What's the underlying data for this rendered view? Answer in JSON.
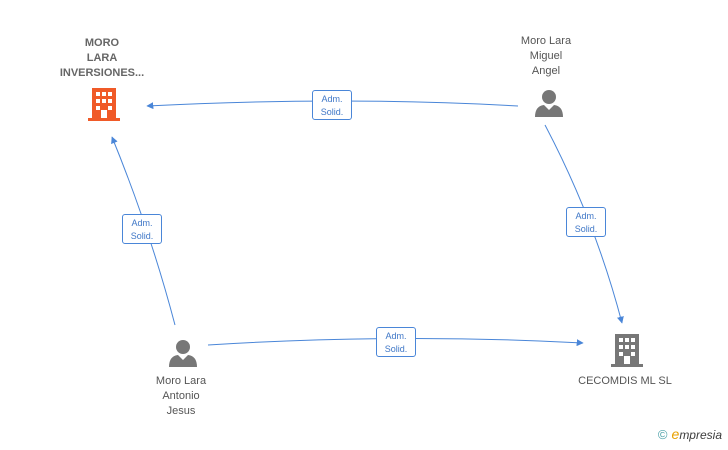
{
  "nodes": {
    "moro_lara_inversiones": {
      "lines": [
        "MORO",
        "LARA",
        "INVERSIONES..."
      ],
      "type": "company",
      "color": "#f05a28"
    },
    "moro_lara_miguel_angel": {
      "lines": [
        "Moro Lara",
        "Miguel",
        "Angel"
      ],
      "type": "person",
      "color": "#777777"
    },
    "moro_lara_antonio_jesus": {
      "lines": [
        "Moro Lara",
        "Antonio",
        "Jesus"
      ],
      "type": "person",
      "color": "#777777"
    },
    "cecomdis_ml_sl": {
      "lines": [
        "CECOMDIS ML SL"
      ],
      "type": "company",
      "color": "#777777"
    }
  },
  "edges": [
    {
      "from": "moro_lara_miguel_angel",
      "to": "moro_lara_inversiones",
      "label": [
        "Adm.",
        "Solid."
      ]
    },
    {
      "from": "moro_lara_antonio_jesus",
      "to": "moro_lara_inversiones",
      "label": [
        "Adm.",
        "Solid."
      ]
    },
    {
      "from": "moro_lara_miguel_angel",
      "to": "cecomdis_ml_sl",
      "label": [
        "Adm.",
        "Solid."
      ]
    },
    {
      "from": "moro_lara_antonio_jesus",
      "to": "cecomdis_ml_sl",
      "label": [
        "Adm.",
        "Solid."
      ]
    }
  ],
  "colors": {
    "edge": "#4a86d8"
  },
  "footer": {
    "copyright": "©",
    "brand_first": "e",
    "brand_rest": "mpresia"
  }
}
